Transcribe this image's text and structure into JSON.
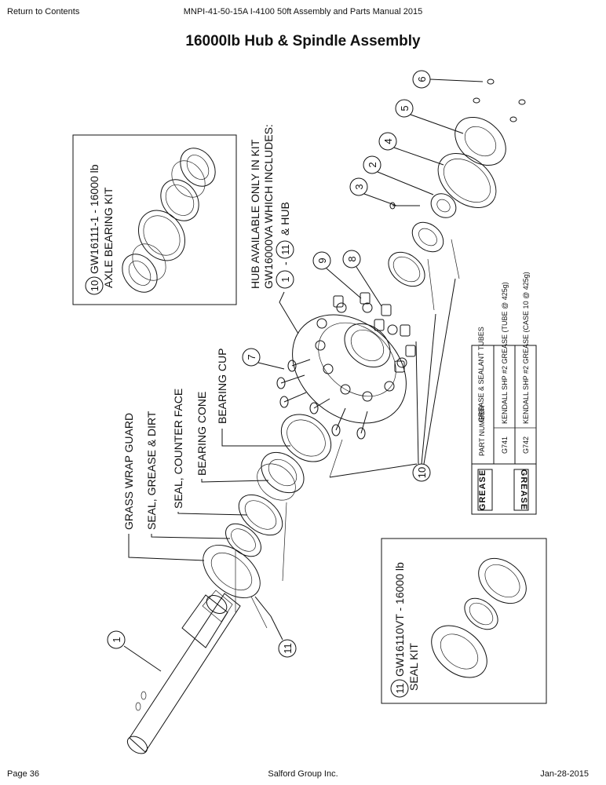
{
  "header": {
    "return_link": "Return to Contents",
    "doc_id": "MNPI-41-50-15A   I-4100 50ft Assembly and Parts Manual 2015"
  },
  "title": "16000lb Hub & Spindle Assembly",
  "kit_boxes": {
    "bearing_kit": {
      "number": "10",
      "line1": "GW16111-1 - 16000 lb",
      "line2": "AXLE BEARING KIT"
    },
    "seal_kit": {
      "number": "11",
      "line1": "GW16110VT - 16000 lb",
      "line2": "SEAL KIT"
    }
  },
  "hub_note": {
    "line1": "HUB AVAILABLE ONLY IN KIT",
    "line2": "GW16000VA WHICH INCLUDES:",
    "from": "1",
    "dash": "-",
    "to": "11",
    "suffix": "& HUB"
  },
  "labels": {
    "grass_wrap_guard": "GRASS WRAP GUARD",
    "seal_grease_dirt": "SEAL, GREASE & DIRT",
    "seal_counter_face": "SEAL, COUNTER FACE",
    "bearing_cone": "BEARING CONE",
    "bearing_cup": "BEARING CUP"
  },
  "callouts": [
    "1",
    "2",
    "3",
    "4",
    "5",
    "6",
    "7",
    "8",
    "9",
    "10",
    "11"
  ],
  "grease_table": {
    "logo": "GREASE",
    "headers": [
      "PART NUMBER",
      "GREASE & SEALANT TUBES"
    ],
    "rows": [
      {
        "part": "G741",
        "desc": "KENDALL SHP #2 GREASE (TUBE @ 425g)"
      },
      {
        "part": "G742",
        "desc": "KENDALL SHP #2 GREASE (CASE 10 @ 425g)"
      }
    ]
  },
  "footer": {
    "page": "Page 36",
    "company": "Salford Group Inc.",
    "date": "Jan-28-2015"
  }
}
